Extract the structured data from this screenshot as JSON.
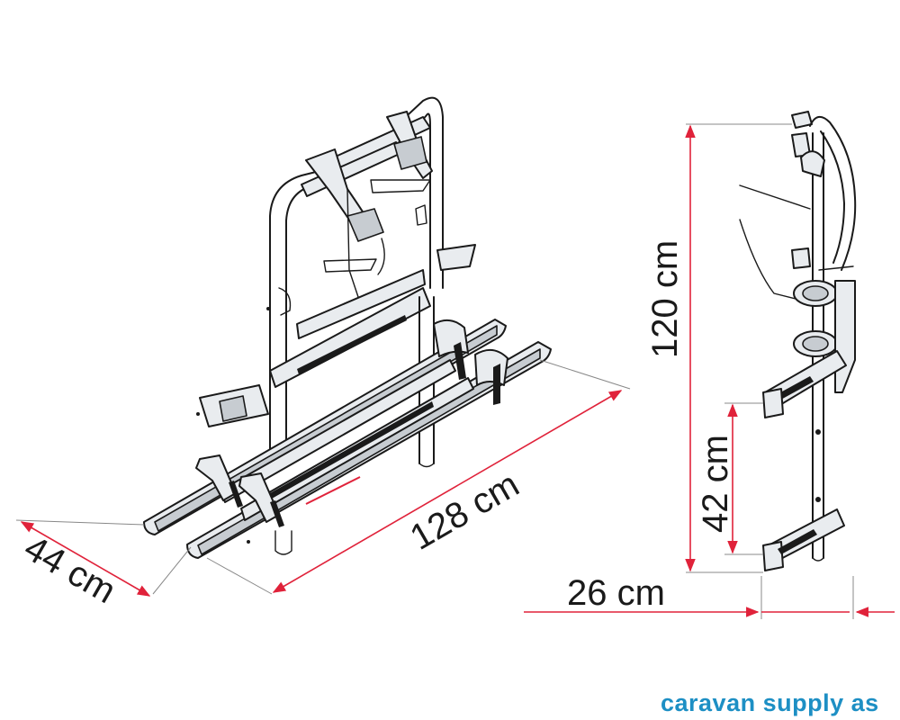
{
  "dimensions": {
    "depth_closed": "44 cm",
    "length": "128 cm",
    "height": "120 cm",
    "lower_height": "42 cm",
    "side_depth": "26 cm"
  },
  "brand": {
    "text": "caravan supply as",
    "color": "#1d8fc4"
  },
  "colors": {
    "dimension_arrow": "#e0223a",
    "outline": "#1a1a1a"
  }
}
